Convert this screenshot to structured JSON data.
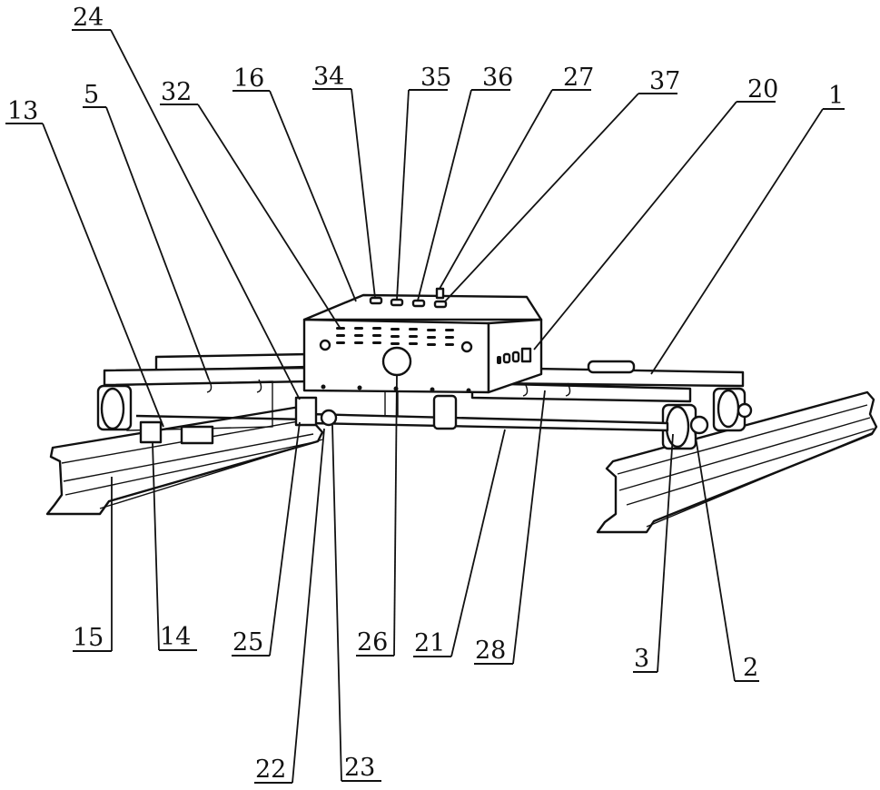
{
  "figure": {
    "description": "Patent line drawing of a rail inspection trolley on two rails with numbered part callouts",
    "line_color": "#111111",
    "background": "#ffffff"
  },
  "labels": {
    "l1": "1",
    "l2": "2",
    "l3": "3",
    "l5": "5",
    "l13": "13",
    "l14": "14",
    "l15": "15",
    "l16": "16",
    "l20": "20",
    "l21": "21",
    "l22": "22",
    "l23": "23",
    "l24": "24",
    "l25": "25",
    "l26": "26",
    "l27": "27",
    "l28": "28",
    "l32": "32",
    "l34": "34",
    "l35": "35",
    "l36": "36",
    "l37": "37"
  },
  "parts": {
    "left_rail": "rail",
    "right_rail": "rail",
    "control_box": "electrical housing",
    "cross_axle": "transverse shaft",
    "frame": "support frame",
    "wheels": "rail wheels"
  }
}
